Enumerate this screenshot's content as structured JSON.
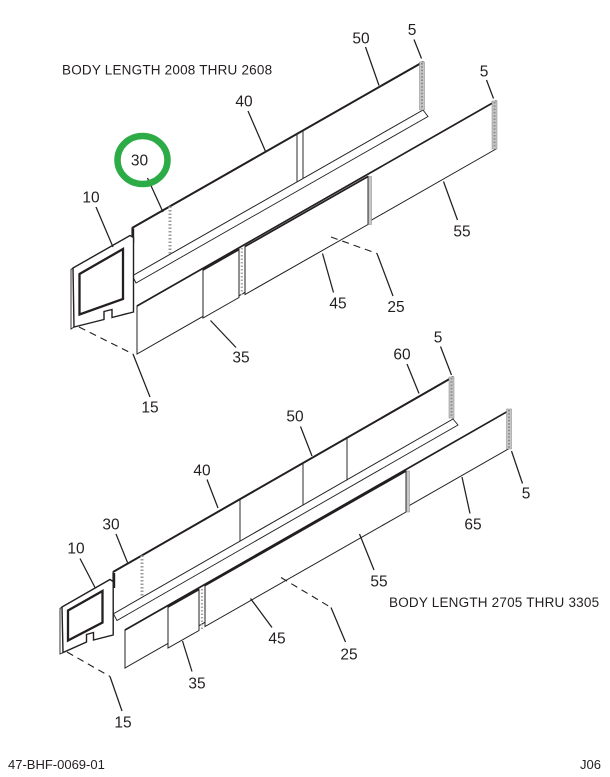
{
  "page": {
    "background": "#ffffff"
  },
  "footer": {
    "left": "47-BHF-0069-01",
    "right": "J06"
  },
  "highlight": {
    "color": "#2cab47",
    "circled_callout": "30",
    "assembly": "BODY LENGTH 2008 THRU 2608"
  },
  "assemblies": [
    {
      "caption": "BODY LENGTH 2008 THRU 2608",
      "callouts": {
        "c5_rail1": "5",
        "c5_rail2": "5",
        "c10": "10",
        "c15": "15",
        "c25": "25",
        "c30": "30",
        "c35": "35",
        "c40": "40",
        "c45": "45",
        "c50": "50",
        "c55": "55"
      }
    },
    {
      "caption": "BODY LENGTH 2705 THRU 3305",
      "callouts": {
        "c5_rail1": "5",
        "c5_rail2": "5",
        "c10": "10",
        "c15": "15",
        "c25": "25",
        "c30": "30",
        "c35": "35",
        "c40": "40",
        "c45": "45",
        "c50": "50",
        "c55": "55",
        "c60": "60",
        "c65": "65"
      }
    }
  ]
}
